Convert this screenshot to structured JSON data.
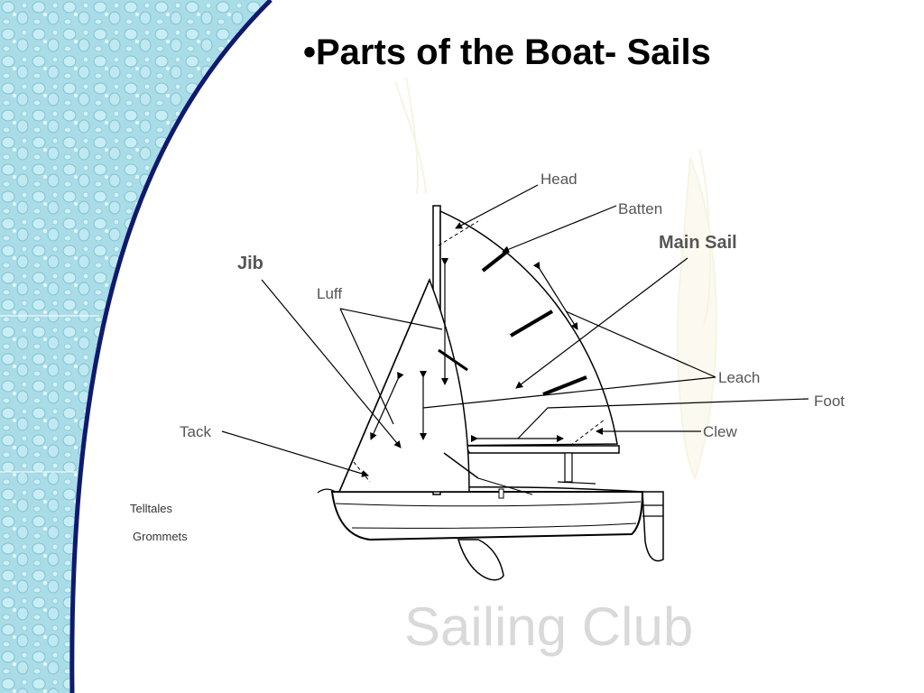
{
  "slide": {
    "title": "•Parts of the Boat- Sails",
    "watermark": "Sailing Club"
  },
  "labels": {
    "head": "Head",
    "batten": "Batten",
    "main_sail": "Main Sail",
    "jib": "Jib",
    "luff": "Luff",
    "leach": "Leach",
    "foot": "Foot",
    "tack": "Tack",
    "clew": "Clew",
    "telltales": "Telltales",
    "grommets": "Grommets"
  },
  "colors": {
    "water_texture": "#9fd6e2",
    "curve_stroke": "#0f1a6e",
    "label_text": "#555555",
    "watermark": "#d9d9d9"
  }
}
